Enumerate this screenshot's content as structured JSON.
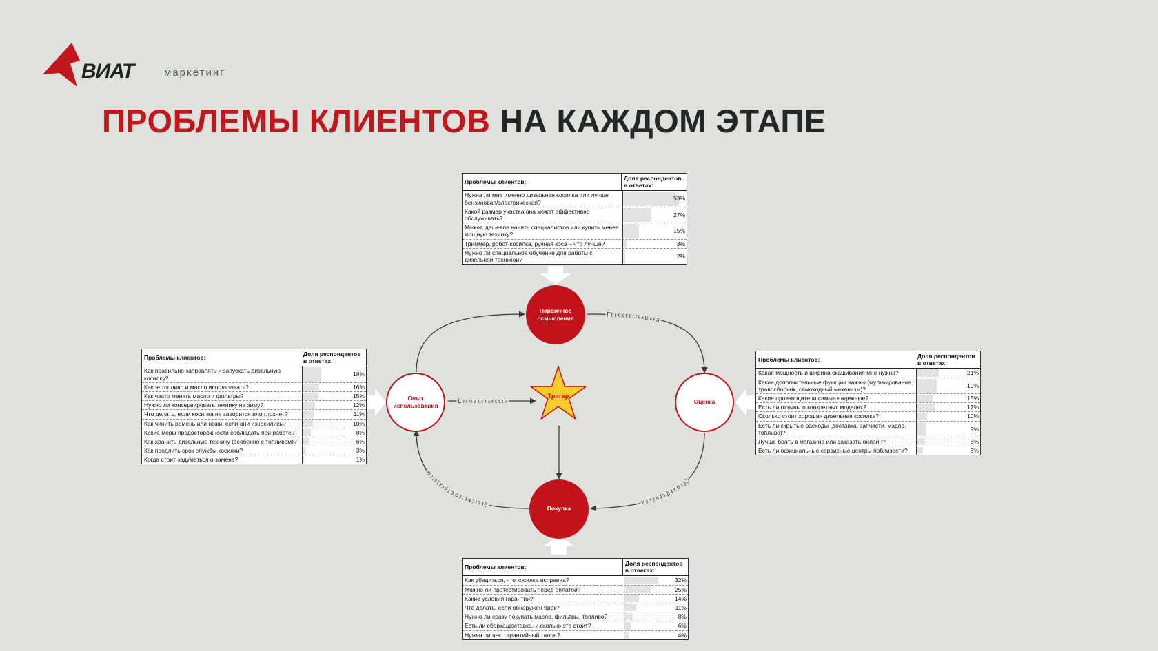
{
  "logo": {
    "wordmark": "ВИАТ",
    "sub": "маркетинг"
  },
  "title": {
    "part_red": "ПРОБЛЕМЫ КЛИЕНТОВ",
    "part_dark": "НА КАЖДОМ ЭТАПЕ"
  },
  "colors": {
    "accent_red": "#c3121a",
    "dark": "#232826",
    "background": "#dfe1dd",
    "star_fill": "#f8cc2c"
  },
  "nodes": {
    "primary": "Первичное осмысление",
    "evaluation": "Оценка",
    "purchase": "Покупка",
    "experience": "Опыт использования",
    "trigger": "Тригер"
  },
  "edge_labels": {
    "search": "Поиск поставщика",
    "collect": "Сбор информации",
    "acquaint": "Знакомство с продуктом",
    "loyalty": "Цикл лояльности"
  },
  "tables": {
    "header_question": "Проблемы клиентов:",
    "header_share": "Доля респондентов в ответах:",
    "top": {
      "rows": [
        {
          "q": "Нужна ли мне именно дизельная косилка или лучше бензиновая/электрическая?",
          "pct": "53%",
          "v": 53
        },
        {
          "q": "Какой размер участка она может эффективно обслуживать?",
          "pct": "27%",
          "v": 27
        },
        {
          "q": "Может, дешевле нанять специалистов или купить менее мощную технику?",
          "pct": "15%",
          "v": 15
        },
        {
          "q": "Триммер, робот-косилка, ручная коса – что лучше?",
          "pct": "3%",
          "v": 3
        },
        {
          "q": "Нужно ли специальное обучение для работы с дизельной техникой?",
          "pct": "2%",
          "v": 2
        }
      ]
    },
    "left": {
      "rows": [
        {
          "q": "Как правильно заправлять и запускать дизельную косилку?",
          "pct": "18%",
          "v": 18
        },
        {
          "q": "Какое топливо и масло использовать?",
          "pct": "16%",
          "v": 16
        },
        {
          "q": "Как часто менять масло и фильтры?",
          "pct": "15%",
          "v": 15
        },
        {
          "q": "Нужно ли консервировать технику на зиму?",
          "pct": "12%",
          "v": 12
        },
        {
          "q": "Что делать, если косилка не заводится или глохнет?",
          "pct": "11%",
          "v": 11
        },
        {
          "q": "Как чинить ремень или ножи, если они износились?",
          "pct": "10%",
          "v": 10
        },
        {
          "q": "Какие меры предосторожности соблюдать при работе?",
          "pct": "8%",
          "v": 8
        },
        {
          "q": "Как хранить дизельную технику (особенно с топливом)?",
          "pct": "6%",
          "v": 6
        },
        {
          "q": "Как продлить срок службы косилки?",
          "pct": "3%",
          "v": 3
        },
        {
          "q": "Когда стоит задуматься о замене?",
          "pct": "1%",
          "v": 1
        }
      ]
    },
    "right": {
      "rows": [
        {
          "q": "Какая мощность и ширина скашивания мне нужна?",
          "pct": "21%",
          "v": 21
        },
        {
          "q": "Какие дополнительные функции важны (мульчирование, травосборник, самоходный механизм)?",
          "pct": "19%",
          "v": 19
        },
        {
          "q": "Какие производители самые надежные?",
          "pct": "15%",
          "v": 15
        },
        {
          "q": "Есть ли отзывы о конкретных моделях?",
          "pct": "17%",
          "v": 17
        },
        {
          "q": "Сколько стоит хорошая дизельная косилка?",
          "pct": "10%",
          "v": 10
        },
        {
          "q": "Есть ли скрытые расходы (доставка, запчасти, масло, топливо)?",
          "pct": "9%",
          "v": 9
        },
        {
          "q": "Лучше брать в магазине или заказать онлайн?",
          "pct": "8%",
          "v": 8
        },
        {
          "q": "Есть ли официальные сервисные центры поблизости?",
          "pct": "6%",
          "v": 6
        }
      ]
    },
    "bottom": {
      "rows": [
        {
          "q": "Как убедиться, что косилка исправна?",
          "pct": "32%",
          "v": 32
        },
        {
          "q": "Можно ли протестировать перед оплатой?",
          "pct": "25%",
          "v": 25
        },
        {
          "q": "Какие условия гарантии?",
          "pct": "14%",
          "v": 14
        },
        {
          "q": "Что делать, если обнаружен брак?",
          "pct": "11%",
          "v": 11
        },
        {
          "q": "Нужно ли сразу покупать масло, фильтры, топливо?",
          "pct": "8%",
          "v": 8
        },
        {
          "q": "Есть ли сборка/доставка, и сколько это стоит?",
          "pct": "6%",
          "v": 6
        },
        {
          "q": "Нужен ли чек, гарантийный талон?",
          "pct": "4%",
          "v": 4
        }
      ]
    }
  }
}
